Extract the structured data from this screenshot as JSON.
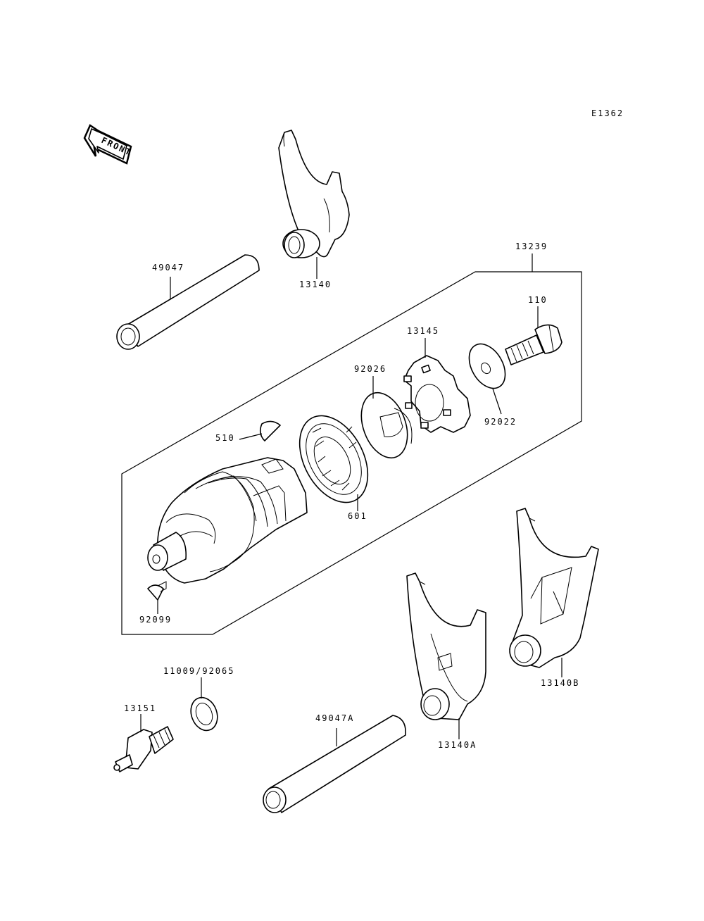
{
  "diagram": {
    "ref_code": "E1362",
    "front_label": "FRONT",
    "parts": {
      "p13140": "13140",
      "p49047": "49047",
      "p13239": "13239",
      "p110": "110",
      "p13145": "13145",
      "p92026": "92026",
      "p92022": "92022",
      "p510": "510",
      "p601": "601",
      "p92099": "92099",
      "p11009_92065": "11009/92065",
      "p13151": "13151",
      "p49047A": "49047A",
      "p13140A": "13140A",
      "p13140B": "13140B"
    }
  }
}
